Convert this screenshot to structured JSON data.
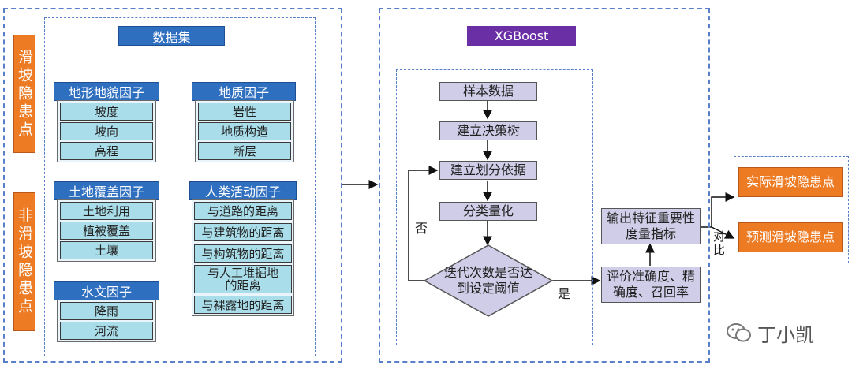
{
  "left_labels": {
    "landslide": "滑坡隐患点",
    "non_landslide": "非滑坡隐患点"
  },
  "dataset": {
    "title": "数据集",
    "groups": {
      "terrain": {
        "title": "地形地貌因子",
        "items": [
          "坡度",
          "坡向",
          "高程"
        ]
      },
      "geology": {
        "title": "地质因子",
        "items": [
          "岩性",
          "地质构造",
          "断层"
        ]
      },
      "landcover": {
        "title": "土地覆盖因子",
        "items": [
          "土地利用",
          "植被覆盖",
          "土壤"
        ]
      },
      "human": {
        "title": "人类活动因子",
        "items": [
          "与道路的距离",
          "与建筑物的距离",
          "与构筑物的距离",
          "与人工堆掘地的距离",
          "与裸露地的距离"
        ]
      },
      "hydro": {
        "title": "水文因子",
        "items": [
          "降雨",
          "河流"
        ]
      }
    }
  },
  "xgboost": {
    "title": "XGBoost",
    "steps": [
      "样本数据",
      "建立决策树",
      "建立划分依据",
      "分类量化"
    ],
    "decision": "迭代次数是否达到设定阈值",
    "no_label": "否",
    "yes_label": "是",
    "evaluate": "评价准确度、精确度、召回率",
    "importance": "输出特征重要性度量指标"
  },
  "compare": {
    "label": "对比",
    "actual": "实际滑坡隐患点",
    "predicted": "预测滑坡隐患点"
  },
  "watermark": "丁小凯",
  "colors": {
    "orange": "#ec7b24",
    "blue": "#2f6fc0",
    "cyan": "#a9dde9",
    "purple": "#6a2fa5",
    "lavender": "#cfcde7",
    "dash": "#5a7fc9"
  }
}
